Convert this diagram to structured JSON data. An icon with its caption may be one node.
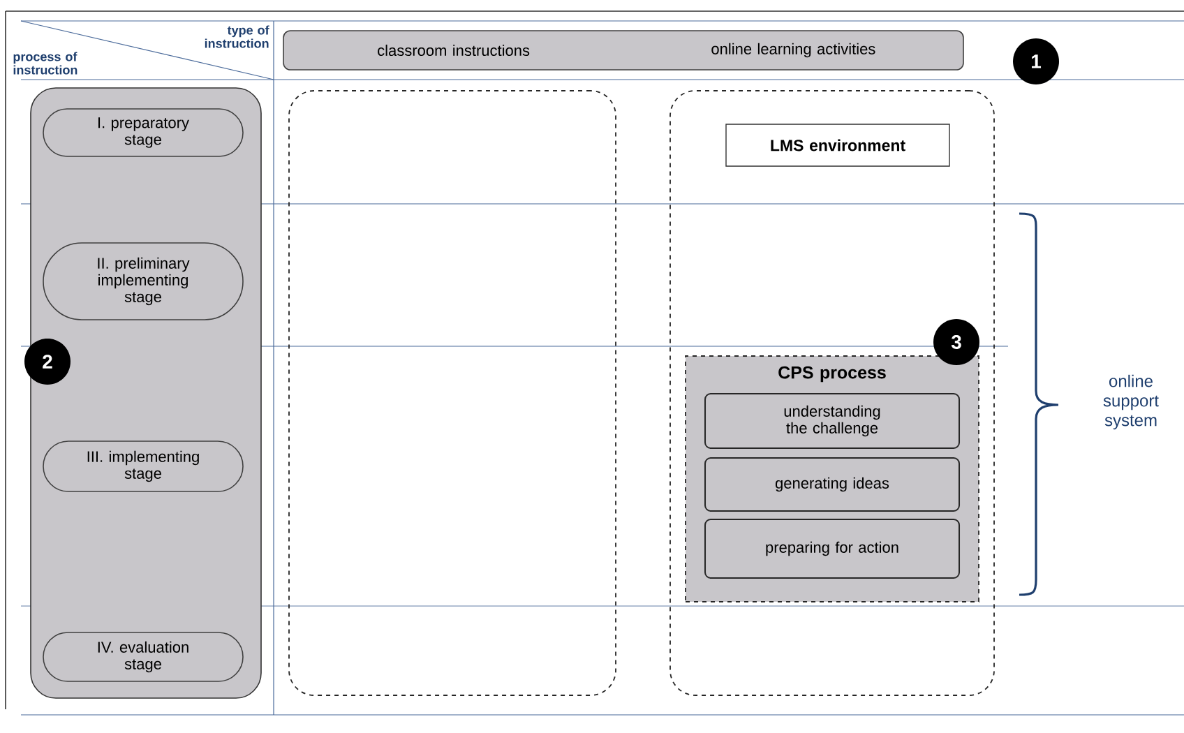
{
  "diagram": {
    "nodes": [
      {
        "text": [
          "classroom instructions",
          "online learning activities"
        ]
      },
      {
        "text": [],
        "shape": "box"
      },
      {
        "text": [
          "I. preparatory stage"
        ],
        "in": 1
      },
      {
        "text": [
          "II. preliminary implementing stage"
        ],
        "in": 1
      },
      {
        "text": [
          "III. implementing stage"
        ],
        "in": 1
      },
      {
        "text": [
          "IV. evaluation stage"
        ],
        "in": 1
      },
      {
        "text": [],
        "shape": "box"
      },
      {
        "text": [],
        "shape": "box"
      },
      {
        "text": [
          "LMS environment"
        ],
        "in": 7
      },
      {
        "text": [
          "CPS process"
        ],
        "in": 7
      },
      {
        "text": [
          "understanding the challenge"
        ],
        "in": 9
      },
      {
        "text": [
          "generating ideas"
        ],
        "in": 9
      },
      {
        "text": [
          "preparing for action"
        ],
        "in": 9
      }
    ],
    "labels": [
      "type of instruction",
      "process of instruction",
      "1",
      "2",
      "3",
      "online support system"
    ]
  }
}
